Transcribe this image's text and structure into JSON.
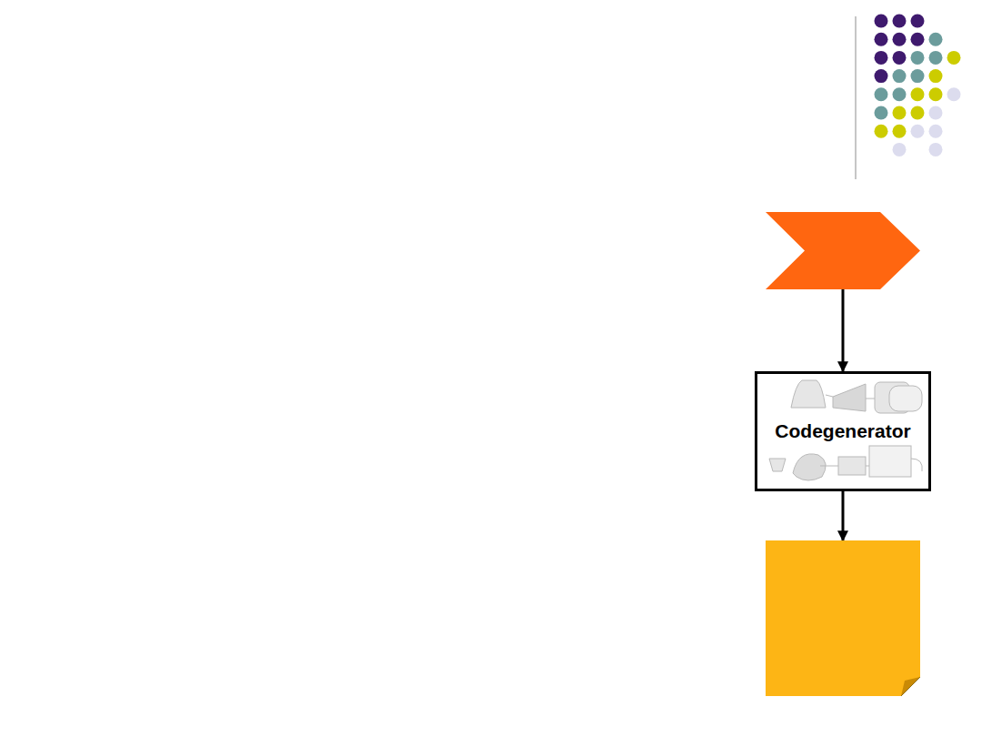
{
  "diagram": {
    "nodes": [
      {
        "text": []
      },
      {
        "text": [
          "Codegenerator"
        ]
      },
      {
        "text": []
      }
    ],
    "edges": [
      {
        "from": 0,
        "to": 1,
        "arrow": "to"
      },
      {
        "from": 1,
        "to": 2,
        "arrow": "to"
      }
    ]
  }
}
